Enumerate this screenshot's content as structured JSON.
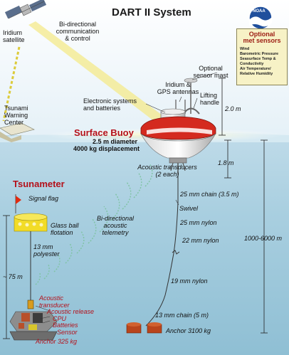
{
  "title": "DART II System",
  "logo_text": "NOAA",
  "labels": {
    "iridium_satellite": [
      "Iridium",
      "satellite"
    ],
    "bidirectional_comm": [
      "Bi-directional",
      "communication",
      "& control"
    ],
    "warning_center": [
      "Tsunami",
      "Warning",
      "Center"
    ],
    "optional_mast": [
      "Optional",
      "sensor mast"
    ],
    "antennas": [
      "Iridium &",
      "GPS antennas"
    ],
    "electronics": [
      "Electronic systems",
      "and batteries"
    ],
    "lifting_handle": [
      "Lifting",
      "handle"
    ],
    "surface_buoy": "Surface Buoy",
    "buoy_specs": [
      "2.5 m diameter",
      "4000 kg displacement"
    ],
    "acoustic_transducers": [
      "Acoustic transducers",
      "(2 each)"
    ],
    "tsunameter": "Tsunameter",
    "signal_flag": "Signal flag",
    "glass_ball": [
      "Glass ball",
      "flotation"
    ],
    "polyester": [
      "13 mm",
      "polyester"
    ],
    "acoustic_telemetry": [
      "Bi-directional",
      "acoustic",
      "telemetry"
    ],
    "chain_top": "25 mm chain (3.5 m)",
    "swivel": "Swivel",
    "nylon_25": "25 mm nylon",
    "nylon_22": "22 mm nylon",
    "nylon_19": "19 mm nylon",
    "chain_bottom": "13 mm chain (5 m)",
    "anchor_buoy": "Anchor 3100 kg",
    "acoustic_transducer": [
      "Acoustic",
      "transducer"
    ],
    "acoustic_release": "Acoustic release",
    "cpu": "CPU",
    "batteries": "Batteries",
    "sensor": "Sensor",
    "anchor_tsunameter": "Anchor 325 kg"
  },
  "dimensions": {
    "mast_height": "2.0 m",
    "draft": "1.8 m",
    "depth_range": "1000-6000 m",
    "tsunameter_height": "~ 75 m"
  },
  "optional_sensors": {
    "title": [
      "Optional",
      "met sensors"
    ],
    "items": [
      "Wind",
      "Barometric Pressure",
      "Seasurface Temp &",
      "Conductivity",
      "Air Temperature/",
      "Relative Humidity"
    ]
  }
}
